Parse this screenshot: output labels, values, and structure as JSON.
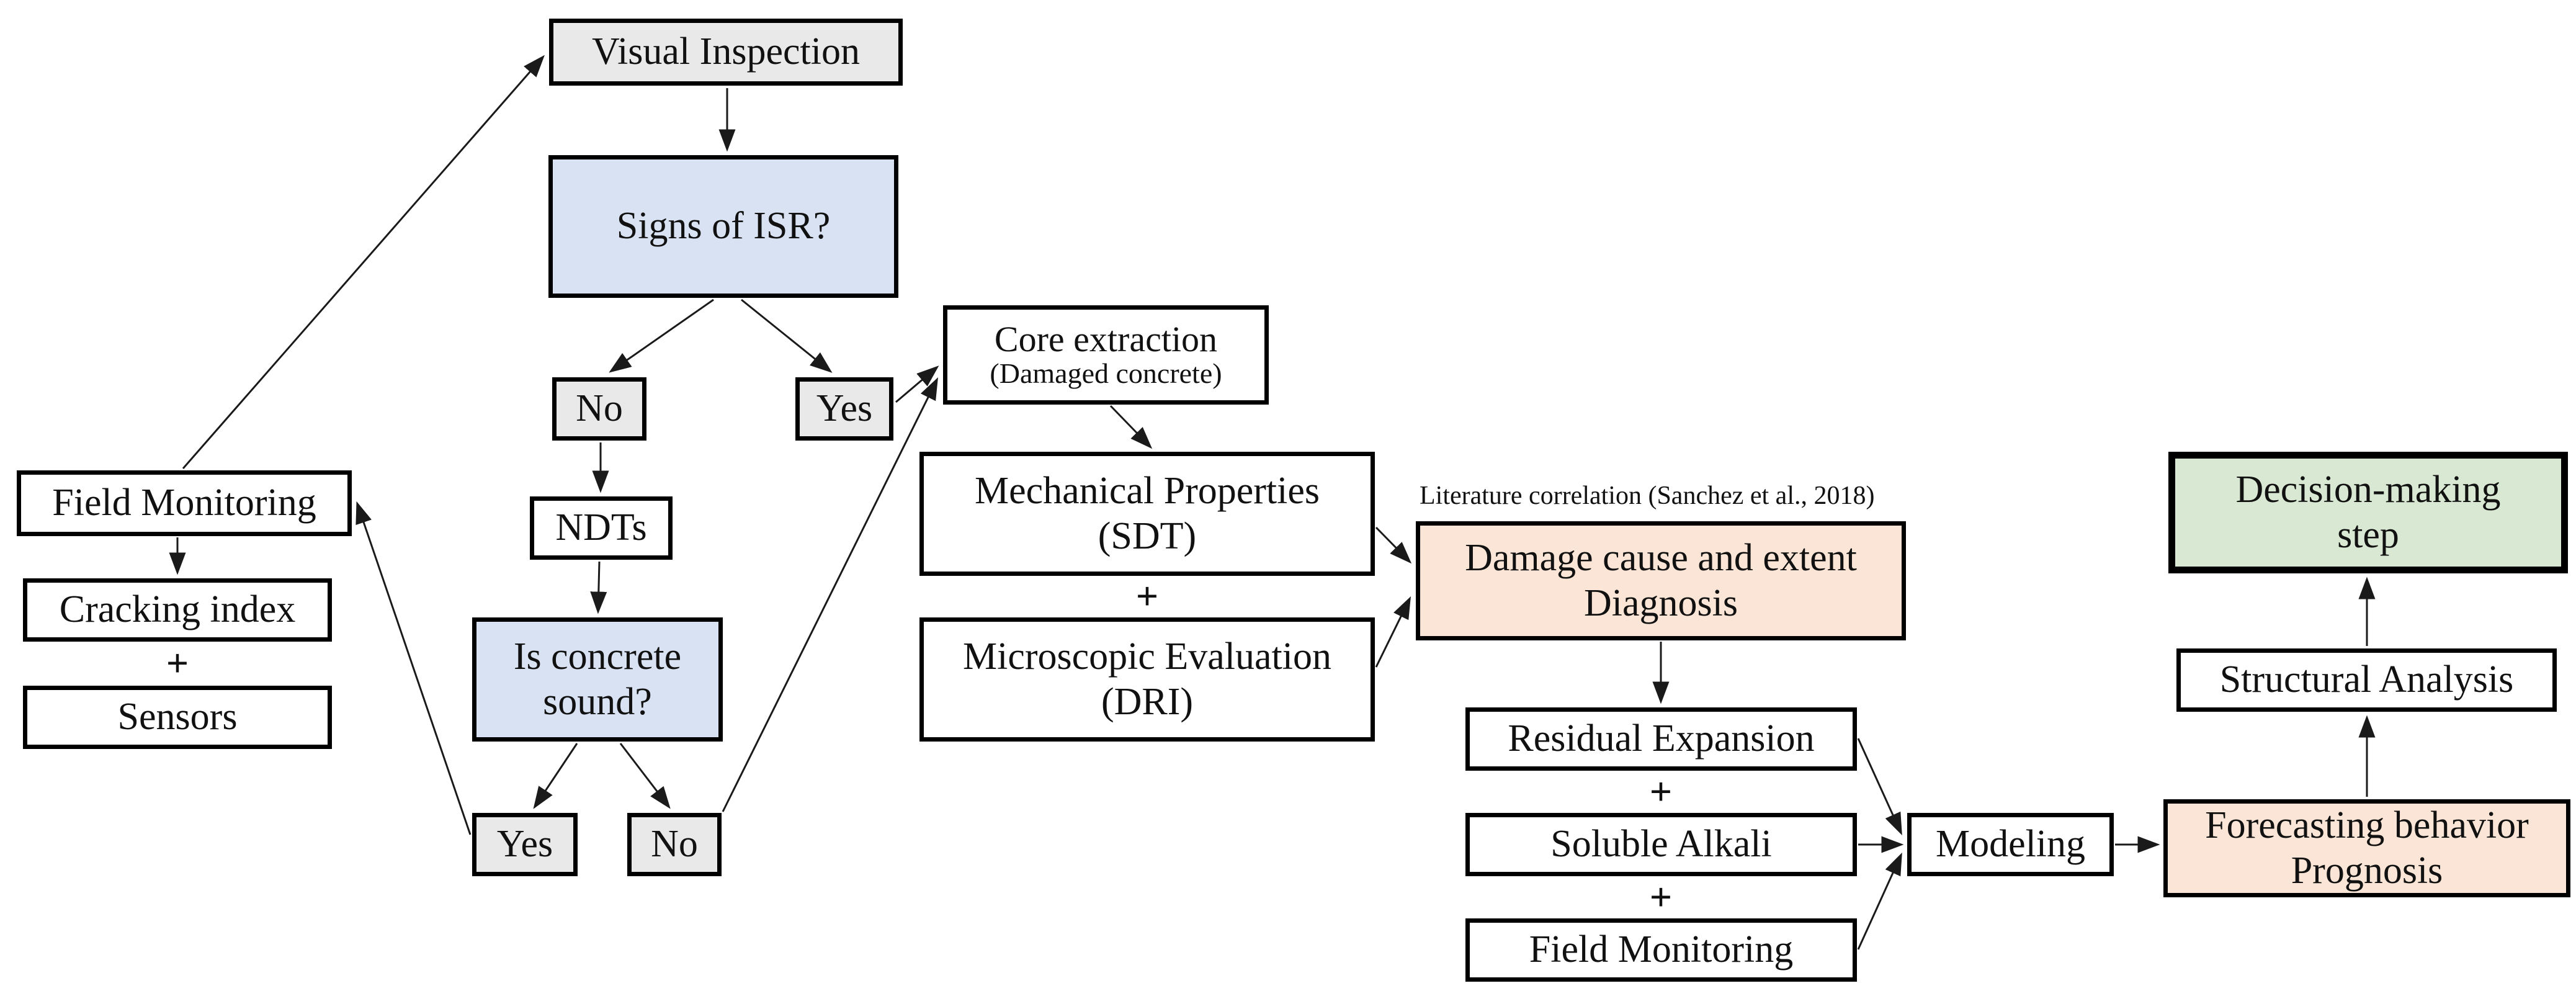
{
  "diagram": {
    "nodes": {
      "visual_inspection": {
        "label": "Visual Inspection"
      },
      "signs_of_isr": {
        "label": "Signs of ISR?"
      },
      "no_1": {
        "label": "No"
      },
      "yes_1": {
        "label": "Yes"
      },
      "core_extraction": {
        "title": "Core extraction",
        "subtitle": "(Damaged concrete)"
      },
      "ndts": {
        "label": "NDTs"
      },
      "is_concrete_sound": {
        "label": "Is concrete sound?"
      },
      "yes_2": {
        "label": "Yes"
      },
      "no_2": {
        "label": "No"
      },
      "field_monitoring": {
        "label": "Field Monitoring"
      },
      "cracking_index": {
        "label": "Cracking index"
      },
      "sensors": {
        "label": "Sensors"
      },
      "mechanical_properties": {
        "line1": "Mechanical Properties",
        "line2": "(SDT)"
      },
      "microscopic_evaluation": {
        "line1": "Microscopic Evaluation",
        "line2": "(DRI)"
      },
      "literature_note": {
        "label": "Literature correlation (Sanchez et al., 2018)"
      },
      "damage_diagnosis": {
        "line1": "Damage cause and extent",
        "line2": "Diagnosis"
      },
      "residual_expansion": {
        "label": "Residual Expansion"
      },
      "soluble_alkali": {
        "label": "Soluble Alkali"
      },
      "field_monitoring_2": {
        "label": "Field Monitoring"
      },
      "modeling": {
        "label": "Modeling"
      },
      "forecasting_prognosis": {
        "line1": "Forecasting behavior",
        "line2": "Prognosis"
      },
      "structural_analysis": {
        "label": "Structural Analysis"
      },
      "decision_making_step": {
        "line1": "Decision-making",
        "line2": "step"
      }
    },
    "plus": "+",
    "colors": {
      "gray": "#e9e9e9",
      "blue": "#d8e2f2",
      "orange": "#fbe5d6",
      "green": "#d9e8d2",
      "border": "#000000",
      "line": "#1a1a1a"
    }
  }
}
